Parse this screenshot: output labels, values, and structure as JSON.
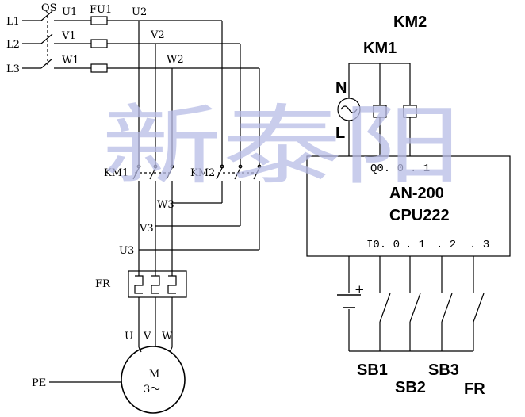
{
  "watermark": "新泰阳",
  "power": {
    "phases": [
      "L1",
      "L2",
      "L3"
    ],
    "switch": "QS",
    "fuse": "FU1",
    "after_switch": [
      "U1",
      "V1",
      "W1"
    ],
    "after_fuse": [
      "U2",
      "V2",
      "W2"
    ]
  },
  "contactors": {
    "km1": "KM1",
    "km2": "KM2",
    "crossover": [
      "W3",
      "V3",
      "U3"
    ]
  },
  "overload": "FR",
  "motor": {
    "terminals": [
      "U",
      "V",
      "W"
    ],
    "symbol": "M",
    "rating": "3～",
    "earth": "PE"
  },
  "plc": {
    "model_line1": "AN-200",
    "model_line2": "CPU222",
    "outputs": [
      "Q0. 0",
      ". 1"
    ],
    "inputs": [
      "I0. 0",
      ". 1",
      ". 2",
      ". 3"
    ],
    "coil_labels": [
      "KM2",
      "KM1"
    ],
    "supply": [
      "N",
      "L"
    ],
    "battery_plus": "+",
    "input_labels": [
      "SB1",
      "SB2",
      "SB3",
      "FR"
    ]
  }
}
